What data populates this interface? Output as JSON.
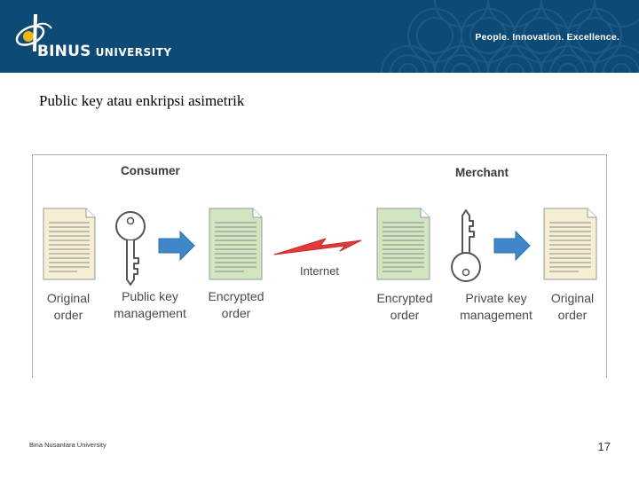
{
  "header": {
    "brand": "BINUS",
    "brand_suffix": "UNIVERSITY",
    "tagline": "People. Innovation. Excellence."
  },
  "title": "Public key atau enkripsi asimetrik",
  "diagram": {
    "consumer_label": "Consumer",
    "merchant_label": "Merchant",
    "internet_label": "Internet",
    "original_order_1": "Original order",
    "public_key": "Public key management",
    "encrypted_order_1": "Encrypted order",
    "encrypted_order_2": "Encrypted order",
    "private_key": "Private key management",
    "original_order_2": "Original order",
    "colors": {
      "plain_doc": "#f6efd3",
      "encrypted_doc": "#cfe6c1",
      "arrow": "#3f87c9",
      "lightning": "#e23b3b",
      "key_fill": "#ffffff"
    }
  },
  "footer": {
    "left": "Bina Nusantara University",
    "page": "17"
  }
}
